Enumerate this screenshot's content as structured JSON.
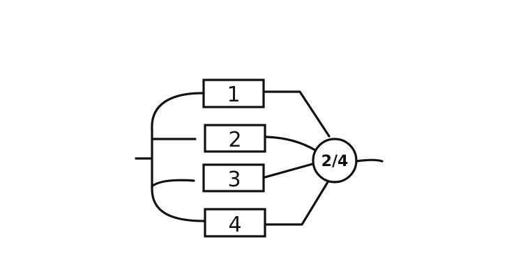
{
  "diagram": {
    "components": [
      {
        "label": "1"
      },
      {
        "label": "2"
      },
      {
        "label": "3"
      },
      {
        "label": "4"
      }
    ],
    "voter": {
      "label": "2/4"
    }
  }
}
